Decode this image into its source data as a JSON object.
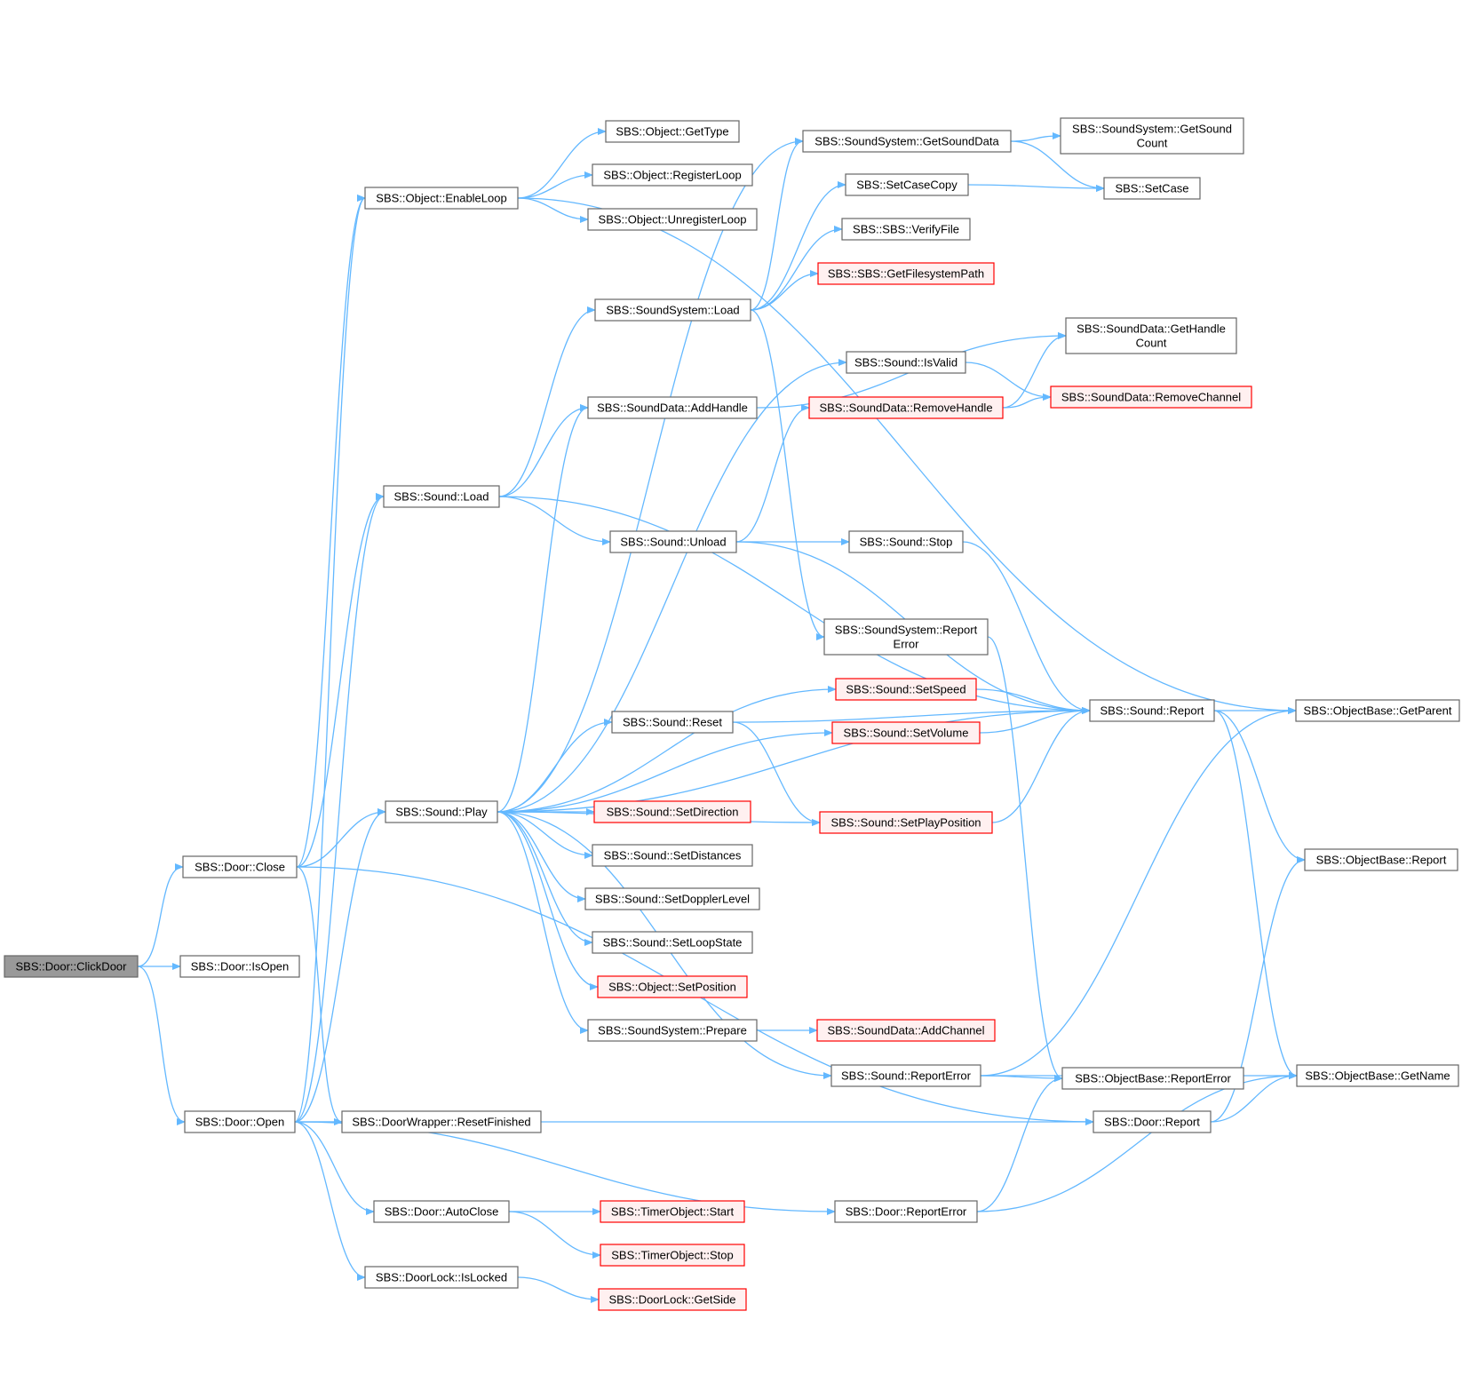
{
  "colors": {
    "edge": "#63b8ff",
    "normal_border": "#666666",
    "normal_fill": "#ffffff",
    "truncated_border": "#ff0000",
    "truncated_fill": "#fff0f0",
    "root_border": "#666666",
    "root_fill": "#999999"
  },
  "nodes": [
    {
      "id": "clickdoor",
      "lines": [
        "SBS::Door::ClickDoor"
      ],
      "style": "root"
    },
    {
      "id": "doorclose",
      "lines": [
        "SBS::Door::Close"
      ],
      "style": "normal"
    },
    {
      "id": "isopen",
      "lines": [
        "SBS::Door::IsOpen"
      ],
      "style": "normal"
    },
    {
      "id": "dooropen",
      "lines": [
        "SBS::Door::Open"
      ],
      "style": "normal"
    },
    {
      "id": "enableloop",
      "lines": [
        "SBS::Object::EnableLoop"
      ],
      "style": "normal"
    },
    {
      "id": "soundload",
      "lines": [
        "SBS::Sound::Load"
      ],
      "style": "normal"
    },
    {
      "id": "soundplay",
      "lines": [
        "SBS::Sound::Play"
      ],
      "style": "normal"
    },
    {
      "id": "resetfinished",
      "lines": [
        "SBS::DoorWrapper::ResetFinished"
      ],
      "style": "normal"
    },
    {
      "id": "autoclose",
      "lines": [
        "SBS::Door::AutoClose"
      ],
      "style": "normal"
    },
    {
      "id": "islocked",
      "lines": [
        "SBS::DoorLock::IsLocked"
      ],
      "style": "normal"
    },
    {
      "id": "gettype",
      "lines": [
        "SBS::Object::GetType"
      ],
      "style": "normal"
    },
    {
      "id": "registerloop",
      "lines": [
        "SBS::Object::RegisterLoop"
      ],
      "style": "normal"
    },
    {
      "id": "unregisterloop",
      "lines": [
        "SBS::Object::UnregisterLoop"
      ],
      "style": "normal"
    },
    {
      "id": "sysload",
      "lines": [
        "SBS::SoundSystem::Load"
      ],
      "style": "normal"
    },
    {
      "id": "addhandle",
      "lines": [
        "SBS::SoundData::AddHandle"
      ],
      "style": "normal"
    },
    {
      "id": "unload",
      "lines": [
        "SBS::Sound::Unload"
      ],
      "style": "normal"
    },
    {
      "id": "reset",
      "lines": [
        "SBS::Sound::Reset"
      ],
      "style": "normal"
    },
    {
      "id": "setdirection",
      "lines": [
        "SBS::Sound::SetDirection"
      ],
      "style": "truncated"
    },
    {
      "id": "setdistances",
      "lines": [
        "SBS::Sound::SetDistances"
      ],
      "style": "normal"
    },
    {
      "id": "setdoppler",
      "lines": [
        "SBS::Sound::SetDopplerLevel"
      ],
      "style": "normal"
    },
    {
      "id": "setloopstate",
      "lines": [
        "SBS::Sound::SetLoopState"
      ],
      "style": "normal"
    },
    {
      "id": "setposition",
      "lines": [
        "SBS::Object::SetPosition"
      ],
      "style": "truncated"
    },
    {
      "id": "prepare",
      "lines": [
        "SBS::SoundSystem::Prepare"
      ],
      "style": "normal"
    },
    {
      "id": "timerstart",
      "lines": [
        "SBS::TimerObject::Start"
      ],
      "style": "truncated"
    },
    {
      "id": "timerstop",
      "lines": [
        "SBS::TimerObject::Stop"
      ],
      "style": "truncated"
    },
    {
      "id": "getside",
      "lines": [
        "SBS::DoorLock::GetSide"
      ],
      "style": "truncated"
    },
    {
      "id": "getsounddata",
      "lines": [
        "SBS::SoundSystem::GetSoundData"
      ],
      "style": "normal"
    },
    {
      "id": "setcasecopy",
      "lines": [
        "SBS::SetCaseCopy"
      ],
      "style": "normal"
    },
    {
      "id": "verifyfile",
      "lines": [
        "SBS::SBS::VerifyFile"
      ],
      "style": "normal"
    },
    {
      "id": "getfspath",
      "lines": [
        "SBS::SBS::GetFilesystemPath"
      ],
      "style": "truncated"
    },
    {
      "id": "isvalid",
      "lines": [
        "SBS::Sound::IsValid"
      ],
      "style": "normal"
    },
    {
      "id": "removehandle",
      "lines": [
        "SBS::SoundData::RemoveHandle"
      ],
      "style": "truncated"
    },
    {
      "id": "soundstop",
      "lines": [
        "SBS::Sound::Stop"
      ],
      "style": "normal"
    },
    {
      "id": "sysreporterror",
      "lines": [
        "SBS::SoundSystem::Report",
        "Error"
      ],
      "style": "normal"
    },
    {
      "id": "setspeed",
      "lines": [
        "SBS::Sound::SetSpeed"
      ],
      "style": "truncated"
    },
    {
      "id": "setvolume",
      "lines": [
        "SBS::Sound::SetVolume"
      ],
      "style": "truncated"
    },
    {
      "id": "setplaypos",
      "lines": [
        "SBS::Sound::SetPlayPosition"
      ],
      "style": "truncated"
    },
    {
      "id": "addchannel",
      "lines": [
        "SBS::SoundData::AddChannel"
      ],
      "style": "truncated"
    },
    {
      "id": "soundreporterror",
      "lines": [
        "SBS::Sound::ReportError"
      ],
      "style": "normal"
    },
    {
      "id": "doorreport",
      "lines": [
        "SBS::Door::Report"
      ],
      "style": "normal"
    },
    {
      "id": "doorreporterror",
      "lines": [
        "SBS::Door::ReportError"
      ],
      "style": "normal"
    },
    {
      "id": "getsoundcount",
      "lines": [
        "SBS::SoundSystem::GetSound",
        "Count"
      ],
      "style": "normal"
    },
    {
      "id": "setcase",
      "lines": [
        "SBS::SetCase"
      ],
      "style": "normal"
    },
    {
      "id": "gethandlecount",
      "lines": [
        "SBS::SoundData::GetHandle",
        "Count"
      ],
      "style": "normal"
    },
    {
      "id": "removechannel",
      "lines": [
        "SBS::SoundData::RemoveChannel"
      ],
      "style": "truncated"
    },
    {
      "id": "soundreport",
      "lines": [
        "SBS::Sound::Report"
      ],
      "style": "normal"
    },
    {
      "id": "objbasereporterror",
      "lines": [
        "SBS::ObjectBase::ReportError"
      ],
      "style": "normal"
    },
    {
      "id": "getparent",
      "lines": [
        "SBS::ObjectBase::GetParent"
      ],
      "style": "normal"
    },
    {
      "id": "objbasereport",
      "lines": [
        "SBS::ObjectBase::Report"
      ],
      "style": "normal"
    },
    {
      "id": "getname",
      "lines": [
        "SBS::ObjectBase::GetName"
      ],
      "style": "normal"
    }
  ],
  "edges": [
    [
      "clickdoor",
      "doorclose"
    ],
    [
      "clickdoor",
      "isopen"
    ],
    [
      "clickdoor",
      "dooropen"
    ],
    [
      "doorclose",
      "enableloop"
    ],
    [
      "doorclose",
      "soundload"
    ],
    [
      "doorclose",
      "soundplay"
    ],
    [
      "doorclose",
      "resetfinished"
    ],
    [
      "doorclose",
      "doorreport"
    ],
    [
      "dooropen",
      "enableloop"
    ],
    [
      "dooropen",
      "soundload"
    ],
    [
      "dooropen",
      "soundplay"
    ],
    [
      "dooropen",
      "resetfinished"
    ],
    [
      "dooropen",
      "autoclose"
    ],
    [
      "dooropen",
      "islocked"
    ],
    [
      "dooropen",
      "doorreport"
    ],
    [
      "dooropen",
      "doorreporterror"
    ],
    [
      "enableloop",
      "gettype"
    ],
    [
      "enableloop",
      "registerloop"
    ],
    [
      "enableloop",
      "unregisterloop"
    ],
    [
      "enableloop",
      "getparent"
    ],
    [
      "soundload",
      "sysload"
    ],
    [
      "soundload",
      "addhandle"
    ],
    [
      "soundload",
      "unload"
    ],
    [
      "soundload",
      "soundreport"
    ],
    [
      "soundplay",
      "getsounddata"
    ],
    [
      "soundplay",
      "addhandle"
    ],
    [
      "soundplay",
      "isvalid"
    ],
    [
      "soundplay",
      "soundreport"
    ],
    [
      "soundplay",
      "setspeed"
    ],
    [
      "soundplay",
      "setvolume"
    ],
    [
      "soundplay",
      "reset"
    ],
    [
      "soundplay",
      "setplaypos"
    ],
    [
      "soundplay",
      "setdirection"
    ],
    [
      "soundplay",
      "setdistances"
    ],
    [
      "soundplay",
      "setdoppler"
    ],
    [
      "soundplay",
      "setloopstate"
    ],
    [
      "soundplay",
      "setposition"
    ],
    [
      "soundplay",
      "prepare"
    ],
    [
      "soundplay",
      "soundreporterror"
    ],
    [
      "autoclose",
      "timerstart"
    ],
    [
      "autoclose",
      "timerstop"
    ],
    [
      "islocked",
      "getside"
    ],
    [
      "sysload",
      "getsounddata"
    ],
    [
      "sysload",
      "setcasecopy"
    ],
    [
      "sysload",
      "verifyfile"
    ],
    [
      "sysload",
      "getfspath"
    ],
    [
      "sysload",
      "sysreporterror"
    ],
    [
      "addhandle",
      "gethandlecount"
    ],
    [
      "unload",
      "removehandle"
    ],
    [
      "unload",
      "soundstop"
    ],
    [
      "unload",
      "soundreport"
    ],
    [
      "reset",
      "setplaypos"
    ],
    [
      "reset",
      "soundreport"
    ],
    [
      "prepare",
      "addchannel"
    ],
    [
      "getsounddata",
      "getsoundcount"
    ],
    [
      "getsounddata",
      "setcase"
    ],
    [
      "setcasecopy",
      "setcase"
    ],
    [
      "isvalid",
      "removechannel"
    ],
    [
      "removehandle",
      "gethandlecount"
    ],
    [
      "removehandle",
      "removechannel"
    ],
    [
      "soundstop",
      "soundreport"
    ],
    [
      "sysreporterror",
      "objbasereporterror"
    ],
    [
      "setspeed",
      "soundreport"
    ],
    [
      "setvolume",
      "soundreport"
    ],
    [
      "setplaypos",
      "soundreport"
    ],
    [
      "soundreporterror",
      "getparent"
    ],
    [
      "soundreporterror",
      "objbasereporterror"
    ],
    [
      "soundreporterror",
      "getname"
    ],
    [
      "doorreport",
      "objbasereport"
    ],
    [
      "doorreport",
      "getname"
    ],
    [
      "doorreporterror",
      "objbasereporterror"
    ],
    [
      "doorreporterror",
      "getname"
    ],
    [
      "soundreport",
      "getparent"
    ],
    [
      "soundreport",
      "objbasereport"
    ],
    [
      "soundreport",
      "getname"
    ]
  ]
}
